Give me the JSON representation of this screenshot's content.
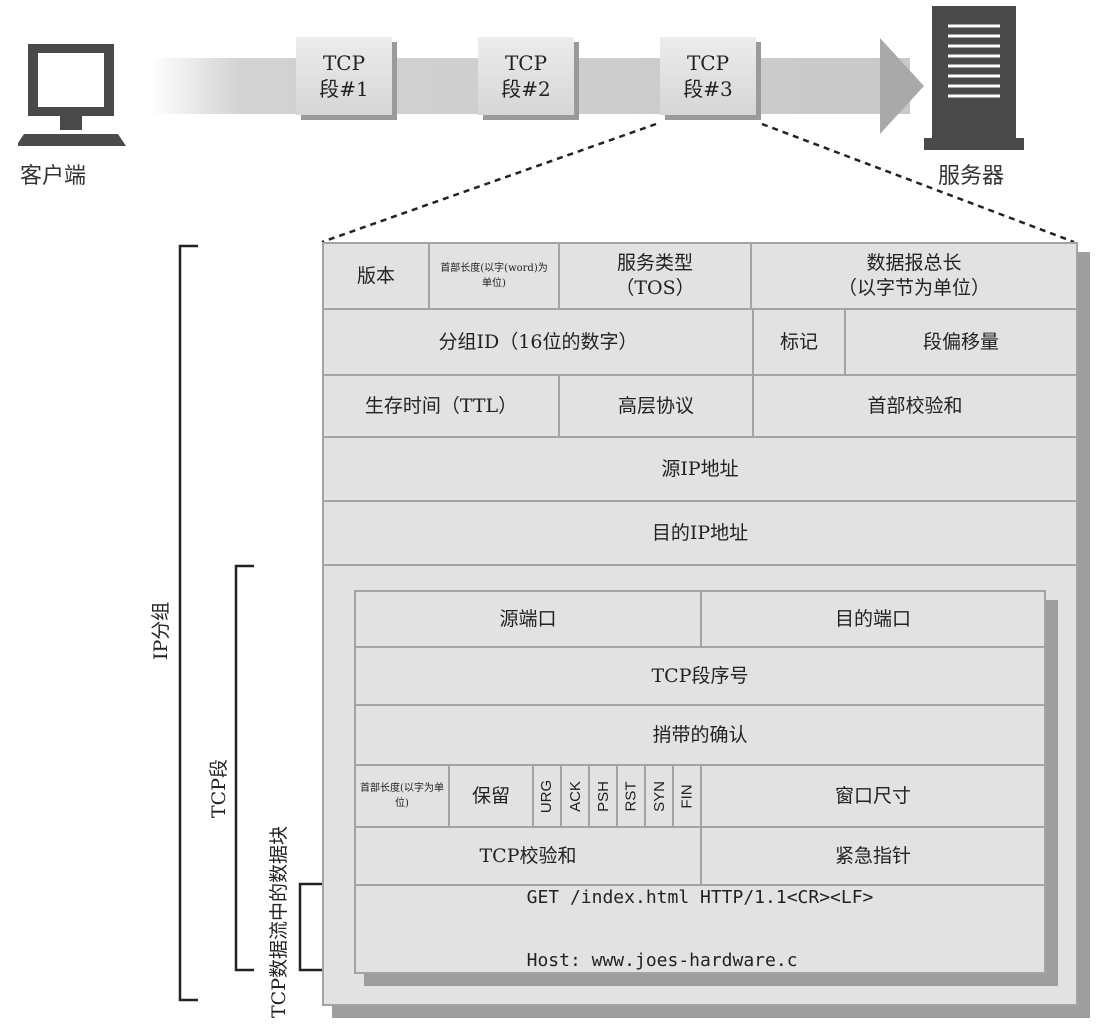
{
  "client": {
    "label": "客户端"
  },
  "server": {
    "label": "服务器"
  },
  "segments": [
    {
      "line1": "TCP",
      "line2": "段#1"
    },
    {
      "line1": "TCP",
      "line2": "段#2"
    },
    {
      "line1": "TCP",
      "line2": "段#3"
    }
  ],
  "ip_header": {
    "version": "版本",
    "header_length": "首部长度(以字(word)为单位)",
    "tos_line1": "服务类型",
    "tos_line2": "（TOS）",
    "total_length_line1": "数据报总长",
    "total_length_line2": "（以字节为单位）",
    "packet_id": "分组ID（16位的数字）",
    "flags": "标记",
    "fragment_offset": "段偏移量",
    "ttl": "生存时间（TTL）",
    "protocol": "高层协议",
    "header_checksum": "首部校验和",
    "source_ip": "源IP地址",
    "dest_ip": "目的IP地址"
  },
  "tcp_header": {
    "source_port": "源端口",
    "dest_port": "目的端口",
    "sequence": "TCP段序号",
    "ack": "捎带的确认",
    "header_length": "首部长度(以字为单位)",
    "reserved": "保留",
    "flags": [
      "URG",
      "ACK",
      "PSH",
      "RST",
      "SYN",
      "FIN"
    ],
    "window": "窗口尺寸",
    "checksum": "TCP校验和",
    "urgent": "紧急指针"
  },
  "payload": {
    "line1": "GET /index.html HTTP/1.1<CR><LF>",
    "line2": "Host: www.joes-hardware.c"
  },
  "brackets": {
    "ip_packet": "IP分组",
    "tcp_segment": "TCP段",
    "tcp_data": "TCP数据流中的数据块"
  }
}
